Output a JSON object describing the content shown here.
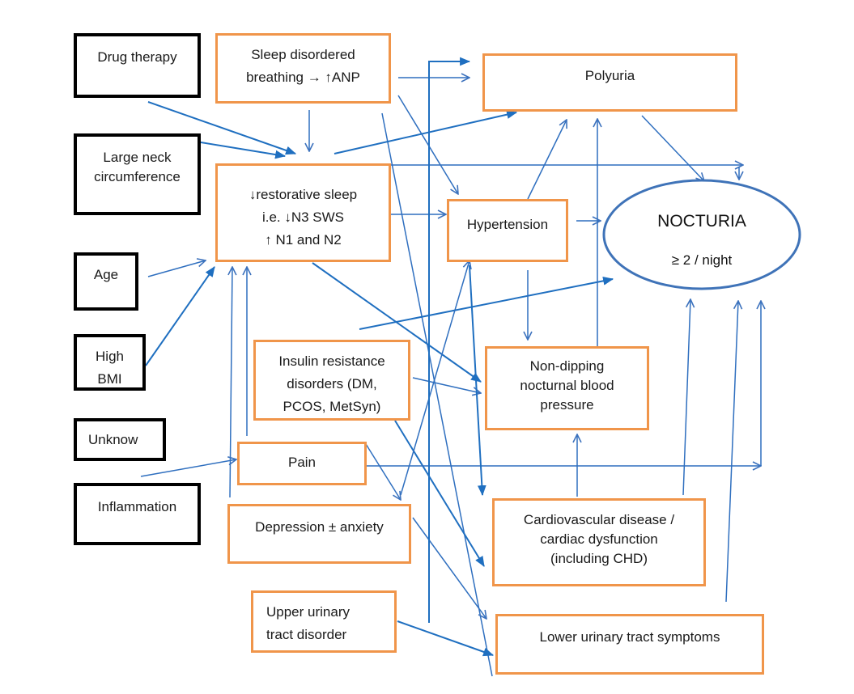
{
  "diagram": {
    "nodes": [
      {
        "id": "drug",
        "style": "black",
        "label": "Drug therapy"
      },
      {
        "id": "neck",
        "style": "black",
        "label": "Large neck\ncircumference"
      },
      {
        "id": "age",
        "style": "black",
        "label": "Age"
      },
      {
        "id": "bmi",
        "style": "black",
        "label": "High\nBMI"
      },
      {
        "id": "unknow",
        "style": "black",
        "label": "Unknow"
      },
      {
        "id": "inflammation",
        "style": "black",
        "label": "Inflammation"
      },
      {
        "id": "sdb",
        "style": "orange",
        "label": "Sleep disordered\nbreathing → ↑ANP"
      },
      {
        "id": "sleep",
        "style": "orange",
        "label": "↓restorative sleep\ni.e. ↓N3 SWS\n↑ N1 and N2"
      },
      {
        "id": "insulin",
        "style": "orange",
        "label": "Insulin resistance\ndisorders (DM,\nPCOS, MetSyn)"
      },
      {
        "id": "pain",
        "style": "orange",
        "label": "Pain"
      },
      {
        "id": "depression",
        "style": "orange",
        "label": "Depression ± anxiety"
      },
      {
        "id": "uutd",
        "style": "orange",
        "label": "Upper urinary\ntract disorder"
      },
      {
        "id": "polyuria",
        "style": "orange",
        "label": "Polyuria"
      },
      {
        "id": "hypertension",
        "style": "orange",
        "label": "Hypertension"
      },
      {
        "id": "nondipping",
        "style": "orange",
        "label": "Non-dipping\nnocturnal blood\npressure"
      },
      {
        "id": "cvd",
        "style": "orange",
        "label": "Cardiovascular disease /\ncardiac dysfunction\n(including CHD)"
      },
      {
        "id": "luts",
        "style": "orange",
        "label": "Lower urinary tract symptoms"
      }
    ],
    "outcome": {
      "title": "NOCTURIA",
      "subtitle": "≥ 2 / night"
    },
    "edges": [
      {
        "from": "drug",
        "to": "sleep"
      },
      {
        "from": "neck",
        "to": "sleep"
      },
      {
        "from": "age",
        "to": "sleep"
      },
      {
        "from": "bmi",
        "to": "sleep"
      },
      {
        "from": "sdb",
        "to": "sleep"
      },
      {
        "from": "sdb",
        "to": "polyuria"
      },
      {
        "from": "sdb",
        "to": "hypertension"
      },
      {
        "from": "sdb",
        "to": "cvd"
      },
      {
        "from": "sleep",
        "to": "polyuria"
      },
      {
        "from": "sleep",
        "to": "nocturia"
      },
      {
        "from": "sleep",
        "to": "hypertension"
      },
      {
        "from": "sleep",
        "to": "nondipping"
      },
      {
        "from": "insulin",
        "to": "nocturia"
      },
      {
        "from": "insulin",
        "to": "nondipping"
      },
      {
        "from": "insulin",
        "to": "luts"
      },
      {
        "from": "inflammation",
        "to": "pain"
      },
      {
        "from": "pain",
        "to": "sleep"
      },
      {
        "from": "pain",
        "to": "depression"
      },
      {
        "from": "pain",
        "to": "nocturia"
      },
      {
        "from": "depression",
        "to": "sleep"
      },
      {
        "from": "depression",
        "to": "hypertension"
      },
      {
        "from": "depression",
        "to": "luts"
      },
      {
        "from": "uutd",
        "to": "polyuria"
      },
      {
        "from": "uutd",
        "to": "luts"
      },
      {
        "from": "hypertension",
        "to": "polyuria"
      },
      {
        "from": "hypertension",
        "to": "nocturia"
      },
      {
        "from": "hypertension",
        "to": "nondipping"
      },
      {
        "from": "hypertension",
        "to": "cvd"
      },
      {
        "from": "nondipping",
        "to": "polyuria"
      },
      {
        "from": "cvd",
        "to": "nondipping"
      },
      {
        "from": "cvd",
        "to": "nocturia"
      },
      {
        "from": "cvd",
        "to": "cvd"
      },
      {
        "from": "polyuria",
        "to": "nocturia"
      },
      {
        "from": "luts",
        "to": "nocturia"
      }
    ],
    "colors": {
      "orange_border": "#f0954a",
      "black_border": "#000000",
      "arrow_blue": "#2f6fbf",
      "arrow_blue_dark": "#1f6fc0",
      "ellipse_border": "#3f73b8"
    }
  }
}
